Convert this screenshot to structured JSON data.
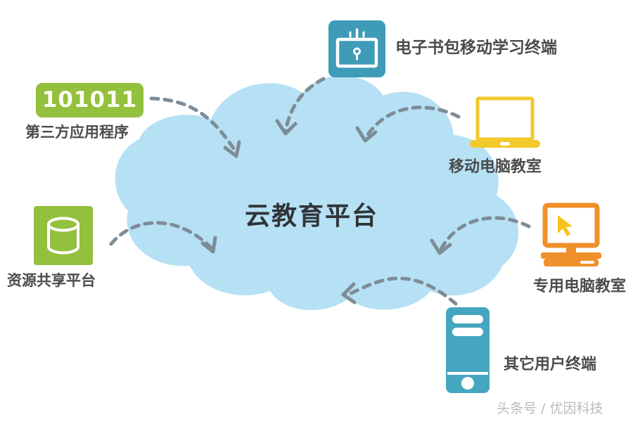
{
  "diagram": {
    "center": {
      "label": "云教育平台",
      "shape": "cloud",
      "fill": "#b6e0f4"
    },
    "watermark": "头条号 / 优因科技",
    "nodes": [
      {
        "id": "third-party-app",
        "label": "第三方应用程序",
        "badge_text": "101011",
        "icon": "binary-chip-icon",
        "color": "#93c03d"
      },
      {
        "id": "resource-sharing",
        "label": "资源共享平台",
        "icon": "database-icon",
        "color": "#93c03d"
      },
      {
        "id": "ebook-mobile-terminal",
        "label": "电子书包移动学习终端",
        "icon": "tablet-icon",
        "color": "#3e9cb9"
      },
      {
        "id": "mobile-computer-classroom",
        "label": "移动电脑教室",
        "icon": "laptop-icon",
        "color": "#f3c92b"
      },
      {
        "id": "dedicated-computer-classroom",
        "label": "专用电脑教室",
        "icon": "desktop-monitor-icon",
        "color": "#f0902a"
      },
      {
        "id": "other-user-terminal",
        "label": "其它用户终端",
        "icon": "mobile-device-icon",
        "color": "#45a6c0"
      }
    ],
    "connectors": [
      {
        "from": "third-party-app",
        "to": "center",
        "style": "dashed-arrow"
      },
      {
        "from": "resource-sharing",
        "to": "center",
        "style": "dashed-arrow"
      },
      {
        "from": "ebook-mobile-terminal",
        "to": "center",
        "style": "dashed-arrow"
      },
      {
        "from": "mobile-computer-classroom",
        "to": "center",
        "style": "dashed-arrow"
      },
      {
        "from": "dedicated-computer-classroom",
        "to": "center",
        "style": "dashed-arrow"
      },
      {
        "from": "other-user-terminal",
        "to": "center",
        "style": "dashed-arrow"
      }
    ],
    "colors": {
      "cloud": "#b6e0f4",
      "green": "#93c03d",
      "teal": "#3e9cb9",
      "blue": "#45a6c0",
      "yellow": "#f3c92b",
      "orange": "#f0902a",
      "connector": "#7d8c96",
      "text": "#4c4c4c"
    }
  }
}
